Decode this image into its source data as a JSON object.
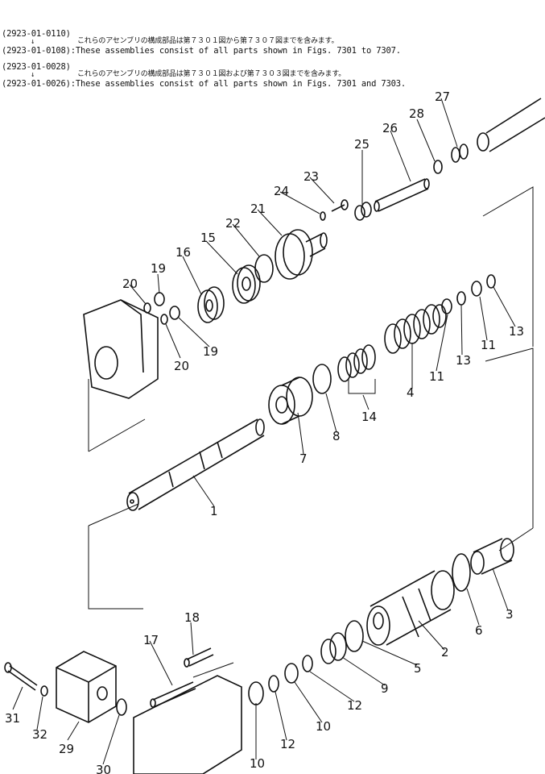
{
  "notes": [
    {
      "code": "(2923-01-0110)",
      "text": "",
      "arrow": false
    },
    {
      "code": "",
      "text": "これらのアセンブリの構成部品は第７３０１図から第７３０７図までを含みます。",
      "arrow": true
    },
    {
      "code": "(2923-01-0108):",
      "text": "These assemblies consist of all parts shown in Figs. 7301 to 7307.",
      "arrow": false
    },
    {
      "code": "(2923-01-0028)",
      "text": "",
      "arrow": false
    },
    {
      "code": "",
      "text": "これらのアセンブリの構成部品は第７３０１図および第７３０３図までを含みます。",
      "arrow": true
    },
    {
      "code": "(2923-01-0026):",
      "text": "These assemblies consist of all parts shown in Figs. 7301 and 7303.",
      "arrow": false
    }
  ],
  "part_labels": [
    "1",
    "2",
    "3",
    "4",
    "5",
    "6",
    "7",
    "8",
    "9",
    "10",
    "10",
    "11",
    "11",
    "12",
    "12",
    "13",
    "13",
    "14",
    "15",
    "16",
    "17",
    "18",
    "19",
    "19",
    "20",
    "20",
    "21",
    "22",
    "23",
    "24",
    "25",
    "26",
    "27",
    "28",
    "29",
    "30",
    "31",
    "32"
  ]
}
